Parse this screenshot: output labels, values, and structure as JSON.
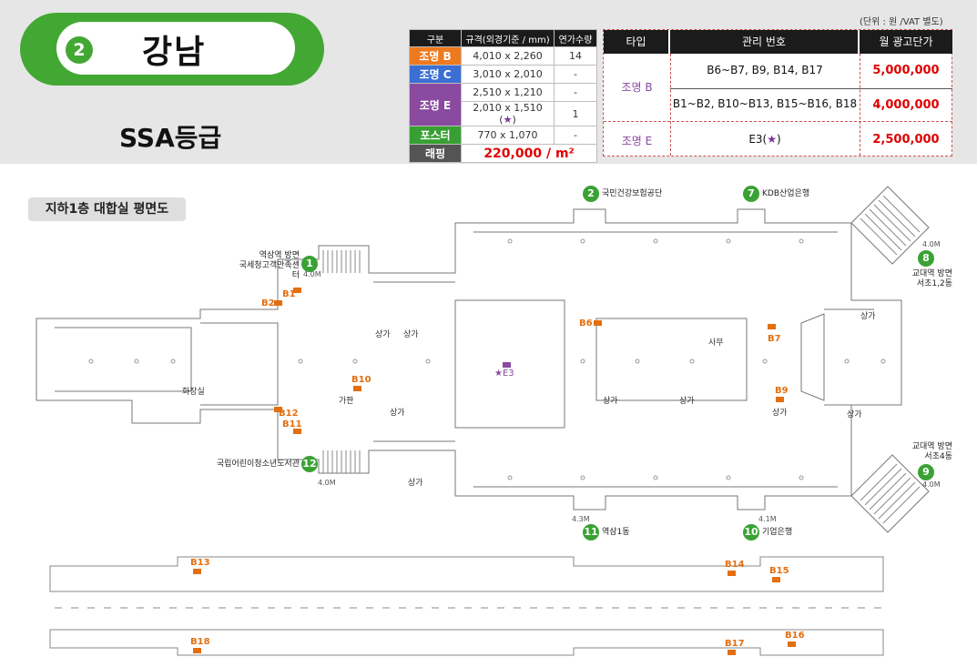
{
  "header": {
    "line_number": "2",
    "station": "강남",
    "grade": "SSA등급",
    "unit_note": "(단위 : 원 /VAT 별도)"
  },
  "spec_table": {
    "headers": [
      "구분",
      "규격(외경기준 / mm)",
      "연가수량"
    ],
    "rows": [
      {
        "type": "조명 B",
        "size": "4,010 x 2,260",
        "qty": "14"
      },
      {
        "type": "조명 C",
        "size": "3,010 x 2,010",
        "qty": "-"
      },
      {
        "type": "조명 E",
        "size": "2,510 x 1,210",
        "qty": "-"
      },
      {
        "type": "",
        "size": "2,010 x 1,510 (",
        "size_star": "★",
        "size_end": ")",
        "qty": "1"
      },
      {
        "type": "포스터",
        "size": "770 x 1,070",
        "qty": "-"
      },
      {
        "type": "래핑",
        "size": "220,000 / m²",
        "qty": ""
      }
    ]
  },
  "price_table": {
    "headers": [
      "타입",
      "관리 번호",
      "월 광고단가"
    ],
    "rows": [
      {
        "type": "조명 B",
        "ids": "B6~B7, B9, B14, B17",
        "price": "5,000,000"
      },
      {
        "type": "",
        "ids": "B1~B2, B10~B13, B15~B16, B18",
        "price": "4,000,000"
      },
      {
        "type": "조명 E",
        "ids": "E3(",
        "ids_star": "★",
        "ids_end": ")",
        "price": "2,500,000"
      }
    ]
  },
  "map": {
    "title": "지하1층 대합실 평면도",
    "exits": [
      {
        "num": "1",
        "label": "역삼역 방면\n국세청고객만족센터"
      },
      {
        "num": "2",
        "label": "국민건강보험공단"
      },
      {
        "num": "7",
        "label": "KDB산업은행"
      },
      {
        "num": "8",
        "label": "교대역 방면\n서초1,2동"
      },
      {
        "num": "9",
        "label": "교대역 방면\n서초4동"
      },
      {
        "num": "10",
        "label": "기업은행"
      },
      {
        "num": "11",
        "label": "역삼1동"
      },
      {
        "num": "12",
        "label": "국립어린이청소년도서관"
      }
    ],
    "slots": [
      "B1",
      "B2",
      "B6",
      "B7",
      "B9",
      "B10",
      "B11",
      "B12",
      "B13",
      "B14",
      "B15",
      "B16",
      "B17",
      "B18"
    ],
    "e_slot": "★E3",
    "shops": [
      "상가",
      "상가",
      "상가",
      "상가",
      "가판",
      "상가",
      "상가",
      "상가",
      "상가",
      "상가"
    ],
    "rooms": [
      "화장실",
      "사무"
    ],
    "depths": [
      "4.0M",
      "4.0M",
      "4.0M",
      "4.0M",
      "4.3M",
      "4.1M"
    ]
  },
  "colors": {
    "line_green": "#43a833",
    "orange": "#ee7a1f",
    "blue": "#3b6fd4",
    "purple": "#8a4aa0",
    "green": "#37a032",
    "red": "#e00000"
  }
}
